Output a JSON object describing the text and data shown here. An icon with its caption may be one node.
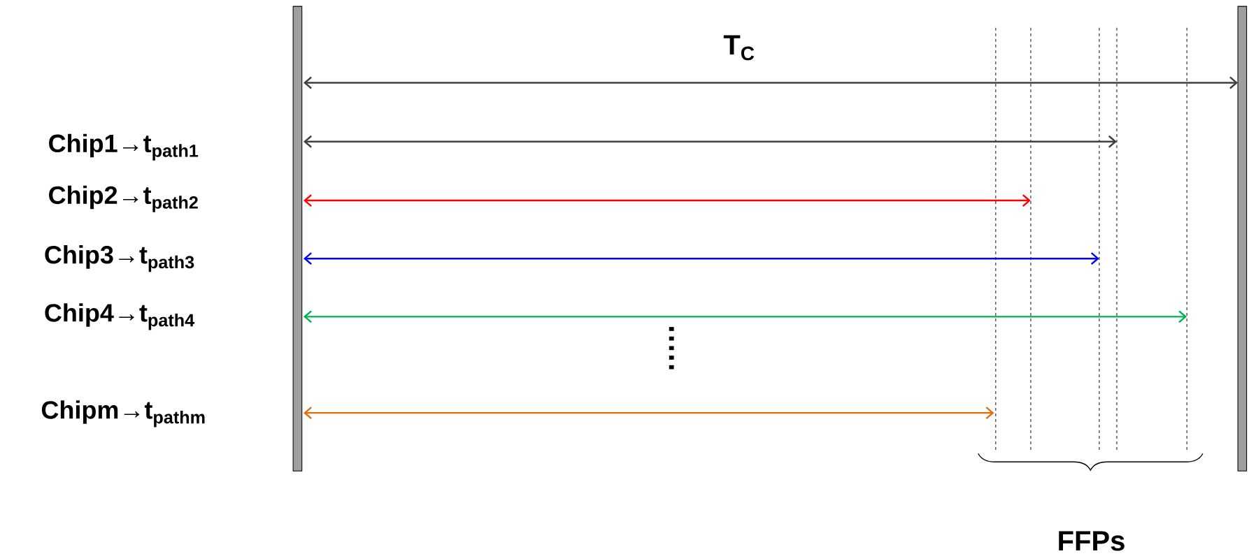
{
  "diagram": {
    "labels": [
      "T$_{C}$",
      "Chip1→t$_{path1}$",
      "Chip2→t$_{path2}$",
      "Chip3→t$_{path3}$",
      "Chip4→t$_{path4}$",
      "Chipm→t$_{pathm}$",
      "FFPs"
    ]
  }
}
